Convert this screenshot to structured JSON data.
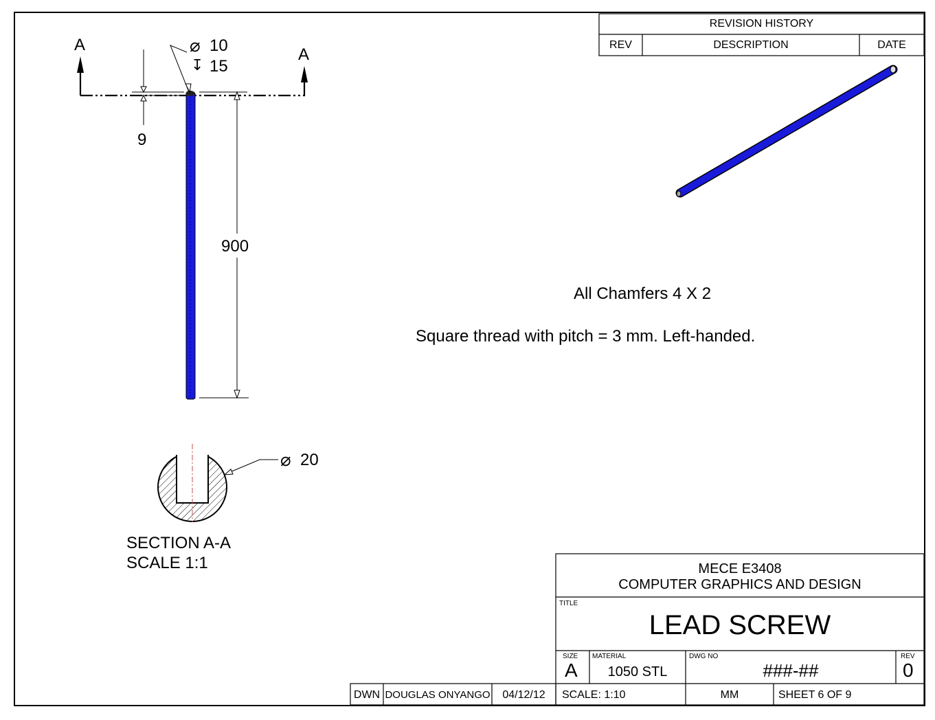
{
  "revision_history": {
    "title": "REVISION HISTORY",
    "col_rev": "REV",
    "col_description": "DESCRIPTION",
    "col_date": "DATE"
  },
  "front_view": {
    "section_letter_left": "A",
    "section_letter_right": "A",
    "hole_diameter": "10",
    "hole_depth": "15",
    "dim_offset": "9",
    "dim_length": "900"
  },
  "section_view": {
    "diameter": "20",
    "label_line1": "SECTION A-A",
    "label_line2": "SCALE 1:1"
  },
  "notes": {
    "chamfers": "All Chamfers 4 X 2",
    "thread": "Square thread with pitch = 3 mm. Left-handed."
  },
  "title_block": {
    "course_code": "MECE E3408",
    "course_name": "COMPUTER GRAPHICS AND DESIGN",
    "title_caption": "TITLE",
    "title": "LEAD SCREW",
    "size_caption": "SIZE",
    "size": "A",
    "material_caption": "MATERIAL",
    "material": "1050 STL",
    "dwg_caption": "DWG NO",
    "dwg_no": "###-##",
    "rev_caption": "REV",
    "rev": "0",
    "dwn_caption": "DWN",
    "drawn_by": "DOUGLAS ONYANGO",
    "date": "04/12/12",
    "scale": "SCALE: 1:10",
    "units": "MM",
    "sheet": "SHEET 6 OF 9"
  },
  "colors": {
    "part_fill": "#1a1adb",
    "line": "#000000"
  },
  "glyphs": {
    "diameter_symbol": "⌀",
    "depth_symbol": "↧"
  }
}
